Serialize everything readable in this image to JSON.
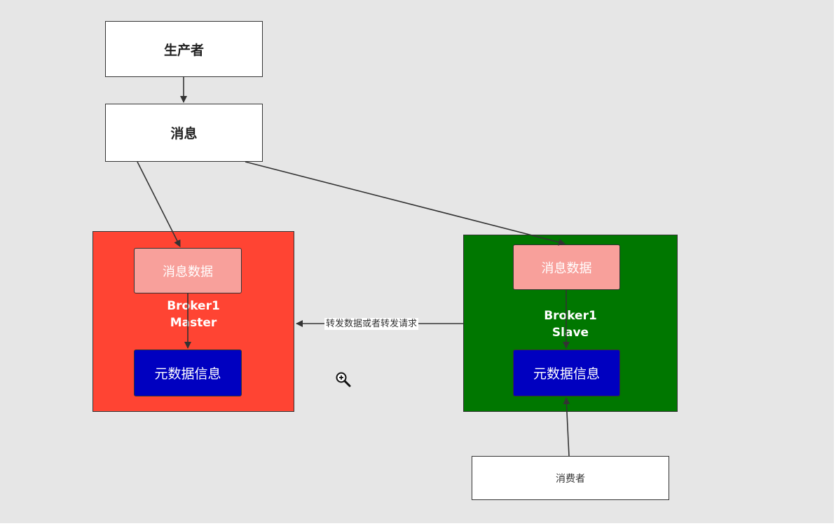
{
  "nodes": {
    "producer": "生产者",
    "message": "消息",
    "consumer": "消费者",
    "master": {
      "message_data": "消息数据",
      "label_line1": "Broker1",
      "label_line2": "Master",
      "metadata": "元数据信息"
    },
    "slave": {
      "message_data": "消息数据",
      "label_line1": "Broker1",
      "label_line2": "Slave",
      "metadata": "元数据信息"
    }
  },
  "edges": {
    "forward_label": "转发数据或者转发请求"
  },
  "colors": {
    "master_fill": "#ff4433",
    "slave_fill": "#007700",
    "message_data_fill": "#f8a09b",
    "metadata_fill": "#0000c0",
    "canvas_bg": "#e6e6e6"
  },
  "icons": {
    "cursor": "zoom-in-icon"
  }
}
